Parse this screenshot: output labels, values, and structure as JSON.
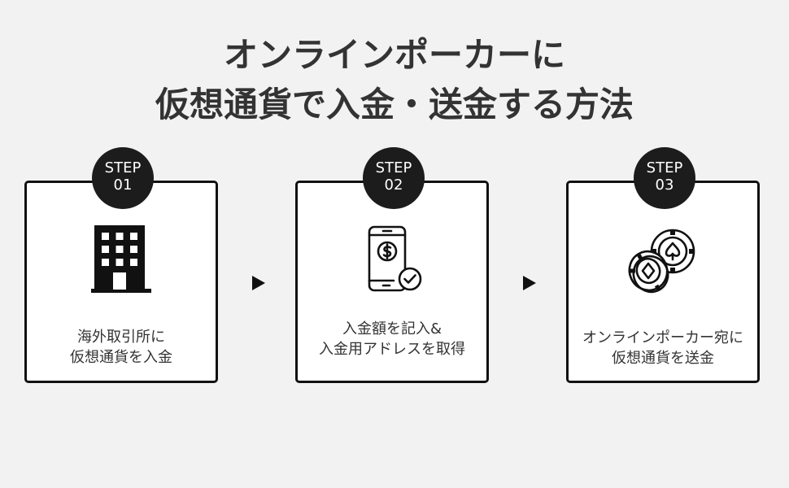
{
  "title": {
    "line1": "オンラインポーカーに",
    "line2": "仮想通貨で入金・送金する方法"
  },
  "steps": [
    {
      "label": "STEP",
      "number": "01",
      "icon": "office-building-icon",
      "text": [
        "海外取引所に",
        "仮想通貨を入金"
      ]
    },
    {
      "label": "STEP",
      "number": "02",
      "icon": "smartphone-payment-check-icon",
      "text": [
        "入金額を記入&",
        "入金用アドレスを取得"
      ]
    },
    {
      "label": "STEP",
      "number": "03",
      "icon": "poker-chips-icon",
      "text": [
        "オンラインポーカー宛に",
        "仮想通貨を送金"
      ]
    }
  ],
  "arrows": [
    "arrow-right-icon",
    "arrow-right-icon"
  ],
  "colors": {
    "background": "#f2f2f2",
    "card": "#ffffff",
    "border": "#111111",
    "badge": "#1c1c1c"
  }
}
